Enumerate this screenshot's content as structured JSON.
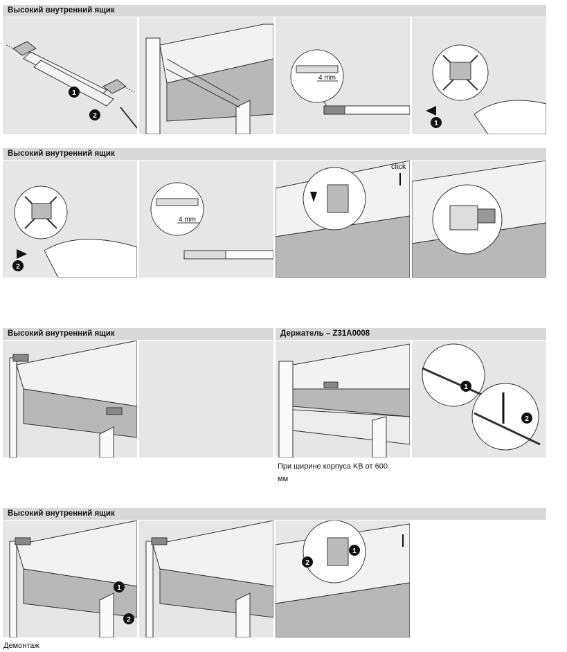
{
  "sections": [
    {
      "title": "Высокий внутренний ящик"
    },
    {
      "title": "Высокий внутренний ящик"
    },
    {
      "title": "Высокий внутренний ящик"
    },
    {
      "title": "Держатель – Z31A0008"
    },
    {
      "title": "Высокий внутренний ящик"
    }
  ],
  "figure_labels": {
    "dimension": "4 mm",
    "click": "click",
    "step1": "1",
    "step2": "2"
  },
  "captions": {
    "holder_note": "При ширине корпуса KB от 600 мм",
    "dismantle": "Демонтаж"
  },
  "colors": {
    "header_bg": "#d9d9d9",
    "panel_bg": "#e6e6e6",
    "drawer_bottom": "#b8b8b8"
  }
}
